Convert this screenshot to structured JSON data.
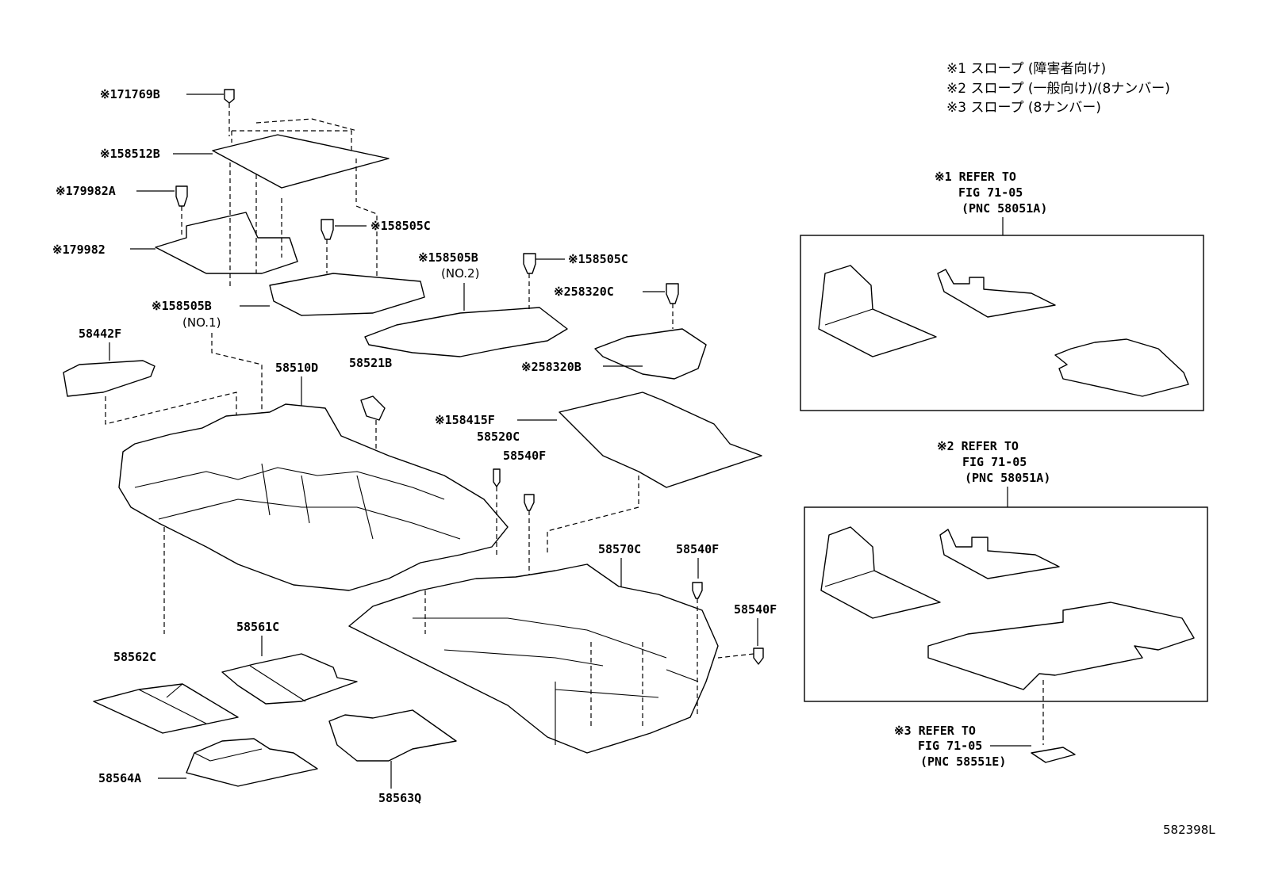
{
  "legend": {
    "note1": "※1 スロープ (障害者向け)",
    "note2": "※2 スロープ (一般向け)/(8ナンバー)",
    "note3": "※3 スロープ (8ナンバー)"
  },
  "labels": {
    "p171769b": "※171769B",
    "p158512b": "※158512B",
    "p179982a": "※179982A",
    "p179982": "※179982",
    "p158505c_a": "※158505C",
    "p158505b_no2": "※158505B",
    "no2": "(NO.2)",
    "p158505c_b": "※158505C",
    "p58320c": "※258320C",
    "p58320b": "※258320B",
    "p158505b_no1": "※158505B",
    "no1": "(NO.1)",
    "p58442f": "58442F",
    "p58510d": "58510D",
    "p58521b": "58521B",
    "p58415f": "※158415F",
    "p58520c": "58520C",
    "p58540f_a": "58540F",
    "p58570c": "58570C",
    "p58540f_b": "58540F",
    "p58540f_c": "58540F",
    "p58561c": "58561C",
    "p58562c": "58562C",
    "p58564a": "58564A",
    "p58563q": "58563Q",
    "diagram_code": "582398L"
  },
  "refs": {
    "ref1": {
      "line1": "※1 REFER TO",
      "line2": "FIG 71-05",
      "line3": "(PNC 58051A)"
    },
    "ref2": {
      "line1": "※2 REFER TO",
      "line2": "FIG 71-05",
      "line3": "(PNC 58051A)"
    },
    "ref3": {
      "line1": "※3 REFER TO",
      "line2": "FIG 71-05",
      "line3": "(PNC 58551E)"
    }
  }
}
